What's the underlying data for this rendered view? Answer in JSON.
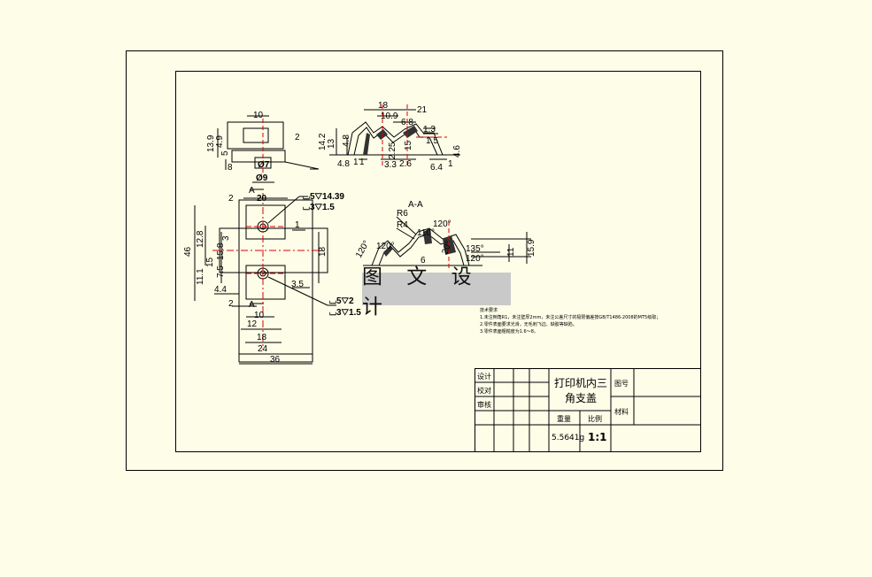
{
  "top_view": {
    "width_label": "10",
    "left_dims": [
      "13.9",
      "4.9",
      "5",
      "8"
    ],
    "right_dim": "2",
    "bore_labels": [
      "Ø7",
      "Ø9"
    ]
  },
  "front_view": {
    "width_labels": [
      "18",
      "21",
      "10.9",
      "6.8",
      "1.3",
      "1.5"
    ],
    "left_dims": [
      "14.2",
      "13",
      "4.8",
      "4.8"
    ],
    "bottom_dims": [
      "1",
      "1",
      "3.3",
      "2.6",
      "6.4",
      "1"
    ],
    "middle_dims": [
      "2.25",
      "15"
    ],
    "right_dims": [
      "4.6"
    ]
  },
  "plan_view": {
    "top_dims": [
      "2",
      "20"
    ],
    "section_mark": "A",
    "hole_callouts": [
      "⌴5▽14.39",
      "⌴3▽1.5",
      "⌴5▽2",
      "⌴3▽1.5"
    ],
    "left_dims": [
      "46",
      "11.1",
      "12.8",
      "15",
      "7.5",
      "15.8",
      "3"
    ],
    "right_dims": [
      "1",
      "18",
      "3.5"
    ],
    "bottom_dims": [
      "4.4",
      "2",
      "10",
      "12",
      "18",
      "24",
      "36"
    ]
  },
  "section_view": {
    "title": "A-A",
    "radii": [
      "R6",
      "R4"
    ],
    "angles": [
      "120°",
      "110°",
      "120°",
      "135°",
      "120°",
      "120°",
      "20°"
    ],
    "dims": [
      "6",
      "11",
      "15.9"
    ]
  },
  "watermark": "图 文 设 计",
  "notes": {
    "heading": "技术要求",
    "lines": [
      "1.未注倒角R1，未注壁厚2mm，未注公差尺寸的极限偏差按GB/T1486-2008的MT5级取；",
      "2.零件表面要求光滑，无毛刺飞边、缺胶等缺陷。",
      "3.零件表面粗糙度为1.6～8。"
    ]
  },
  "title_block": {
    "rows": [
      "设计",
      "校对",
      "审核"
    ],
    "part_name": "打印机内三角支盖",
    "drawing_no_label": "图号",
    "material_label": "材料",
    "mass_label": "重量",
    "scale_label": "比例",
    "mass_value": "5.5641g",
    "scale_value": "1:1"
  }
}
